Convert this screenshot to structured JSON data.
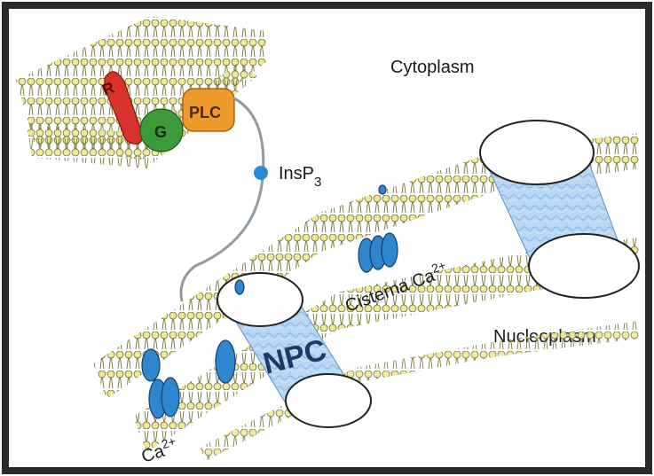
{
  "labels": {
    "cytoplasm": "Cytoplasm",
    "nucleoplasm": "Nucleoplasm",
    "insp3_main": "InsP",
    "insp3_sub": "3",
    "cisterna": "Cisterna Ca",
    "cisterna_sup": "2+",
    "npc": "NPC",
    "ca_left": "Ca",
    "ca_left_sup": "2+",
    "receptor": "R",
    "g_protein": "G",
    "plc": "PLC"
  },
  "colors": {
    "frame": "#2b2b2b",
    "lipid_head": "#efe79a",
    "lipid_outline": "#6b6b2f",
    "receptor": "#d8332b",
    "g_protein": "#3c9a3a",
    "plc": "#ef9b2c",
    "channel": "#2f86cf",
    "insp3_dot": "#2a8ad8",
    "pore_fill": "#a9cdef",
    "signal_line": "#8f9aa3"
  },
  "icons": {
    "insp3": "dot-icon",
    "channel": "ion-channel-icon"
  }
}
